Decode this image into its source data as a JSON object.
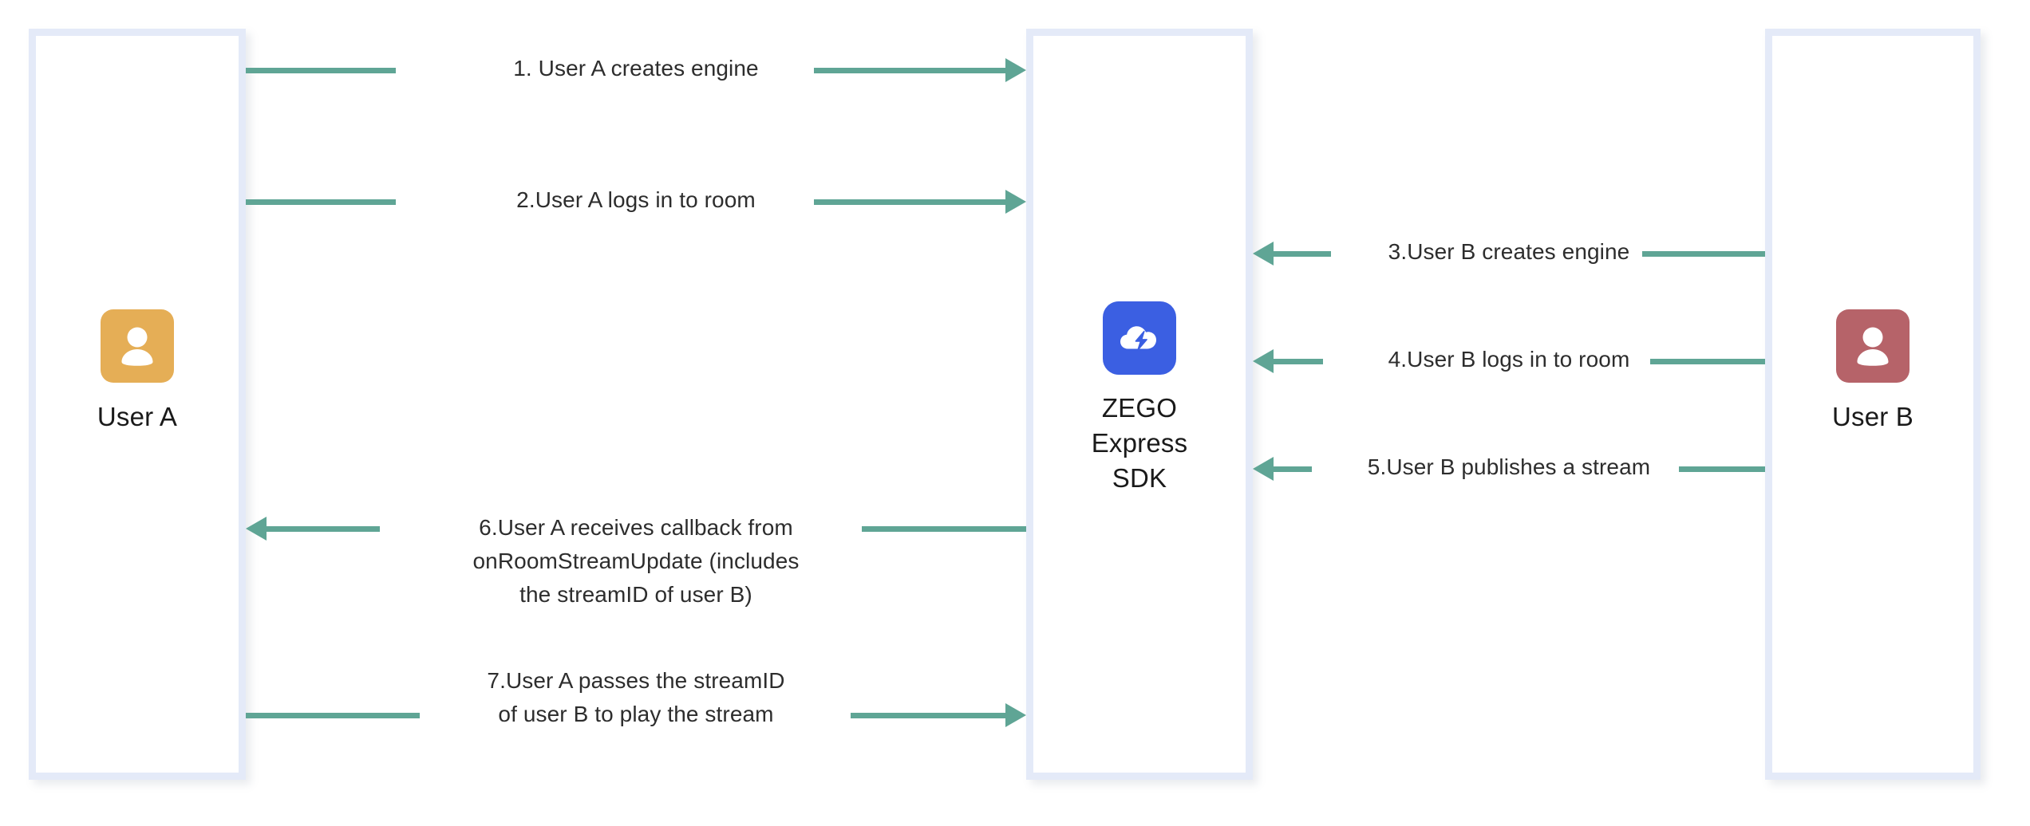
{
  "diagram": {
    "title": "ZEGO Express SDK user A / user B stream publishing and playing flow",
    "colors": {
      "arrow": "#5fa595",
      "column_border": "#e4eaf8",
      "avatar_user_a": "#e5ae56",
      "avatar_user_b": "#b66369",
      "avatar_sdk": "#3b5fe2",
      "background": "#ffffff",
      "text": "#2d2d2d"
    },
    "actors": [
      {
        "id": "user-a",
        "label": "User A",
        "icon": "person-avatar-icon",
        "side": "left"
      },
      {
        "id": "zego-express-sdk",
        "label": "ZEGO\nExpress\nSDK",
        "icon": "zego-cloud-bolt-icon",
        "side": "center"
      },
      {
        "id": "user-b",
        "label": "User B",
        "icon": "person-avatar-icon",
        "side": "right"
      }
    ],
    "messages": [
      {
        "step": "1",
        "label": "1. User A creates engine",
        "from": "user-a",
        "to": "zego-express-sdk",
        "direction": "right"
      },
      {
        "step": "2",
        "label": "2.User A logs in to room",
        "from": "user-a",
        "to": "zego-express-sdk",
        "direction": "right"
      },
      {
        "step": "3",
        "label": "3.User B creates engine",
        "from": "user-b",
        "to": "zego-express-sdk",
        "direction": "left"
      },
      {
        "step": "4",
        "label": "4.User B logs in to room",
        "from": "user-b",
        "to": "zego-express-sdk",
        "direction": "left"
      },
      {
        "step": "5",
        "label": "5.User B publishes a stream",
        "from": "user-b",
        "to": "zego-express-sdk",
        "direction": "left"
      },
      {
        "step": "6",
        "label": "6.User A receives callback from\nonRoomStreamUpdate (includes\nthe streamID of user B)",
        "from": "zego-express-sdk",
        "to": "user-a",
        "direction": "left"
      },
      {
        "step": "7",
        "label": "7.User A passes the streamID\nof user B to play the stream",
        "from": "user-a",
        "to": "zego-express-sdk",
        "direction": "right"
      }
    ]
  }
}
